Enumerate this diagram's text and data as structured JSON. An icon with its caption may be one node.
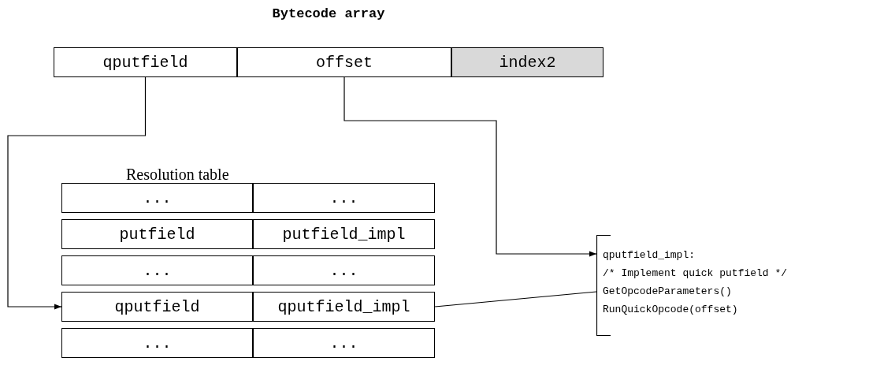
{
  "diagram": {
    "nodes": [
      {
        "text": [
          "Bytecode array"
        ]
      },
      {
        "text": [
          "qputfield"
        ],
        "in": 0
      },
      {
        "text": [
          "offset"
        ],
        "in": 0
      },
      {
        "text": [
          "index2"
        ],
        "in": 0
      },
      {
        "text": [
          "Resolution table"
        ]
      },
      {
        "text": [
          "..."
        ],
        "in": 4
      },
      {
        "text": [
          "..."
        ],
        "in": 4
      },
      {
        "text": [
          "putfield"
        ],
        "in": 4
      },
      {
        "text": [
          "putfield_impl"
        ],
        "in": 4
      },
      {
        "text": [
          "..."
        ],
        "in": 4
      },
      {
        "text": [
          "..."
        ],
        "in": 4
      },
      {
        "text": [
          "qputfield"
        ],
        "in": 4
      },
      {
        "text": [
          "qputfield_impl"
        ],
        "in": 4
      },
      {
        "text": [
          "..."
        ],
        "in": 4
      },
      {
        "text": [
          "..."
        ],
        "in": 4
      },
      {
        "text": [
          "qputfield_impl:",
          "/* Implement quick putfield */",
          "GetOpcodeParameters()",
          "RunQuickOpcode(offset)"
        ]
      }
    ],
    "edges": [
      {
        "from": 1,
        "to": 11,
        "arrow": "to"
      },
      {
        "from": 2,
        "to": 15,
        "arrow": "to"
      },
      {
        "from": 12,
        "to": 15,
        "arrow": "none"
      }
    ]
  }
}
